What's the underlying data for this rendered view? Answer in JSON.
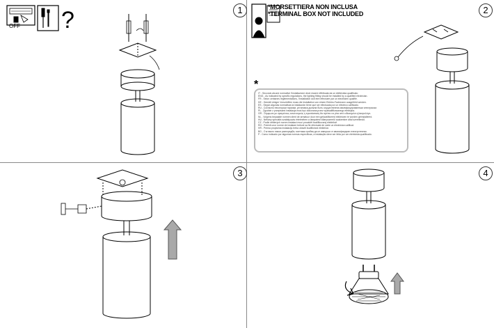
{
  "steps": [
    "1",
    "2",
    "3",
    "4"
  ],
  "warning": {
    "off_label": "OFF",
    "question_mark": "?",
    "icons": [
      "power-switch-icon",
      "screwdriver-icon",
      "wall-plug-icon"
    ]
  },
  "notice": {
    "line1": "*MORSETTIERA NON INCLUSA",
    "line2": "*TERMINAL BOX NOT INCLUDED",
    "icon": "electrician-certificate-icon"
  },
  "asterisk": "*",
  "legal_lines": [
    "IT - Secondo alcune normative l'installazione deve essere effettuata da un elettricista qualificato",
    "ENG - As indicated by specific regulations, the lighting fitting should be installed by a qualified electrician.",
    "FR - Selon certaines réglementations, l'installation doit etre effectuée par un electricien qualifié.",
    "DE - Gemäß einiger Vorschriften muss die Installation von einem Elektro-Fachmann ausgeführt werden.",
    "ES - Según algunas normativas la instalación tiene que ser efectuada por un eléctrico calificado.",
    "RU - Согласно некоторым нормам, установка должна быть осуществлена квалифицированным электриком.",
    "PL - Zgodnie z przepisami instalacja musi być dokonana przez wykwalifikowanego elektryka.",
    "GR - Σύμφωνα με ορισμένους κανονισμούς η εγκατάσταση θα πρέπει να γίνει από ειδικευμένο ηλεκτρολόγο.",
    "NL - Volgens bepaalde normen dient de armatuur door een gekwalificeerd elektricien te worden geïnstalleerd.",
    "HU - Néhány speciális szabályozás értelmében a lámpatest villanyszerelő szakember által szerelendő.",
    "CZ - Podle některých norem instalaci musí provádět kvalifikovaný elektrikář.",
    "RO - Potrivit unor norme de instalare trebuie sa fie efectuate de catre un electrician calificat.",
    "HR - Prema propisima instalaciju treba obaviti kvalificirani električar.",
    "BG - Съгласно някои разпоредби, монтажа трябва да се извърши от квалифициран електротехник.",
    "P - Como indicado por algumas normas específicas, a instalação deve ser feita por um eletricista qualificado."
  ],
  "arrows": [
    "up-arrow-icon",
    "up-arrow-icon"
  ],
  "colors": {
    "line": "#000000",
    "arrow_fill": "#a9a9a9",
    "border": "#888888",
    "textbox_border": "#bbbbbb"
  }
}
